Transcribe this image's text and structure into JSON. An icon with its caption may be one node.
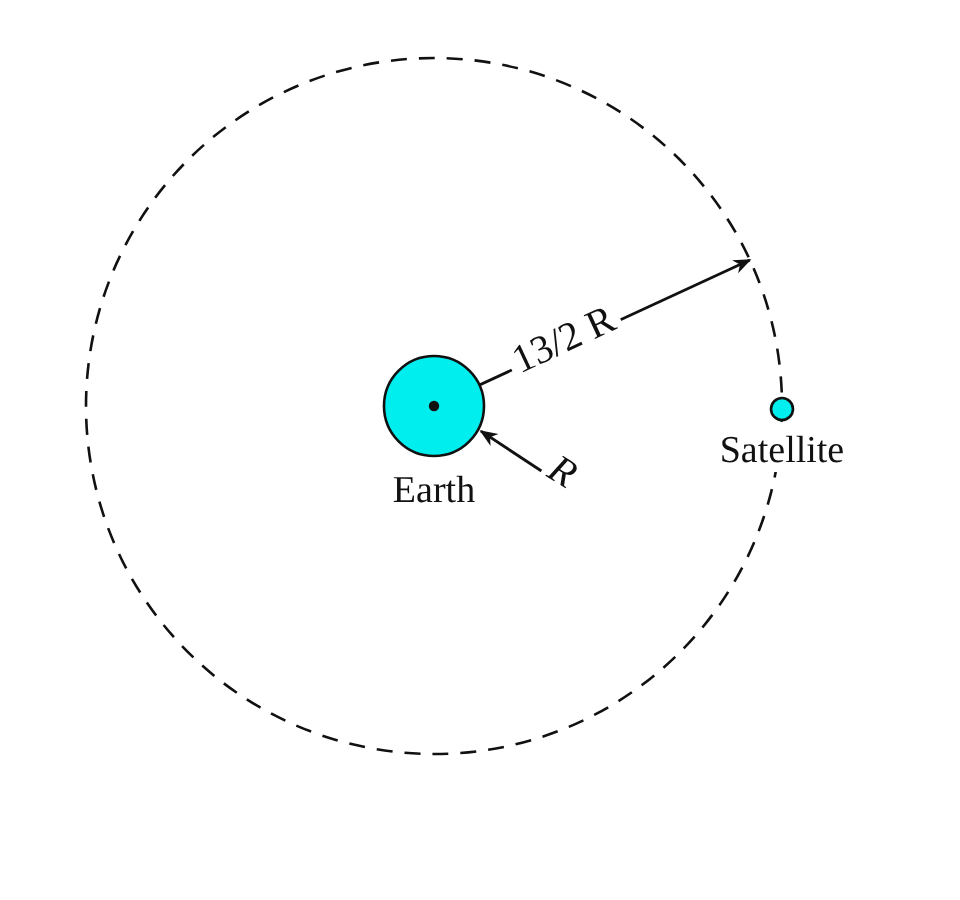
{
  "diagram": {
    "nodes": [
      {
        "text": [
          "Earth"
        ]
      },
      {
        "text": [
          "Satellite"
        ]
      }
    ],
    "labels": [
      "13/2 R",
      "R"
    ]
  }
}
